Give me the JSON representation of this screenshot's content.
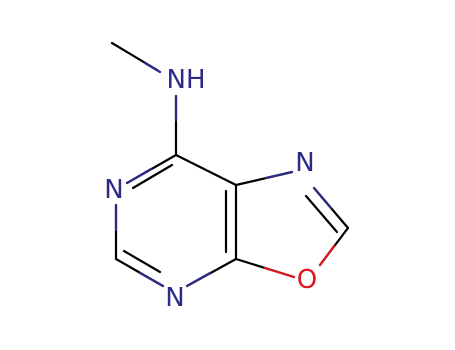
{
  "molecule": {
    "atoms": {
      "nh": {
        "text": "NH",
        "color": "#2b2b87"
      },
      "n_top_right": {
        "text": "N",
        "color": "#2b2b87"
      },
      "n_left": {
        "text": "N",
        "color": "#2b2b87"
      },
      "n_bottom": {
        "text": "N",
        "color": "#2b2b87"
      },
      "o": {
        "text": "O",
        "color": "#e0141b"
      }
    },
    "bond_color": "#000000",
    "nitrogen_color": "#2b2b87",
    "oxygen_color": "#e0141b"
  }
}
